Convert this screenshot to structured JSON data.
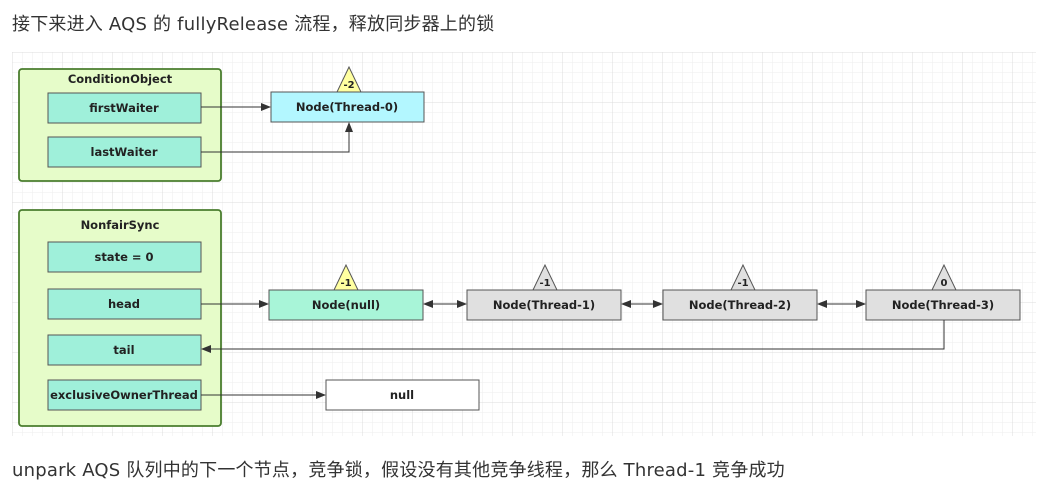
{
  "captions": {
    "top": "接下来进入 AQS 的 fullyRelease 流程，释放同步器上的锁",
    "bottom": "unpark AQS 队列中的下一个节点，竞争锁，假设没有其他竞争线程，那么 Thread-1 竞争成功"
  },
  "condition_object": {
    "title": "ConditionObject",
    "first_waiter": "firstWaiter",
    "last_waiter": "lastWaiter"
  },
  "nonfair_sync": {
    "title": "NonfairSync",
    "state": "state = 0",
    "head": "head",
    "tail": "tail",
    "exclusive_owner": "exclusiveOwnerThread"
  },
  "nodes": {
    "thread0": {
      "label": "Node(Thread-0)",
      "status": "-2"
    },
    "null_node": {
      "label": "Node(null)",
      "status": "-1"
    },
    "thread1": {
      "label": "Node(Thread-1)",
      "status": "-1"
    },
    "thread2": {
      "label": "Node(Thread-2)",
      "status": "-1"
    },
    "thread3": {
      "label": "Node(Thread-3)",
      "status": "0"
    }
  },
  "owner_value": "null",
  "colors": {
    "container_fill": "#e6fcc9",
    "container_stroke": "#5f9b3c",
    "field_fill": "#9ff0da",
    "node_cyan": "#b3f7ff",
    "node_green": "#a8f5d8",
    "node_gray": "#e0e0e0",
    "triangle_yellow": "#ffffa0",
    "triangle_gray": "#e0e0e0"
  }
}
